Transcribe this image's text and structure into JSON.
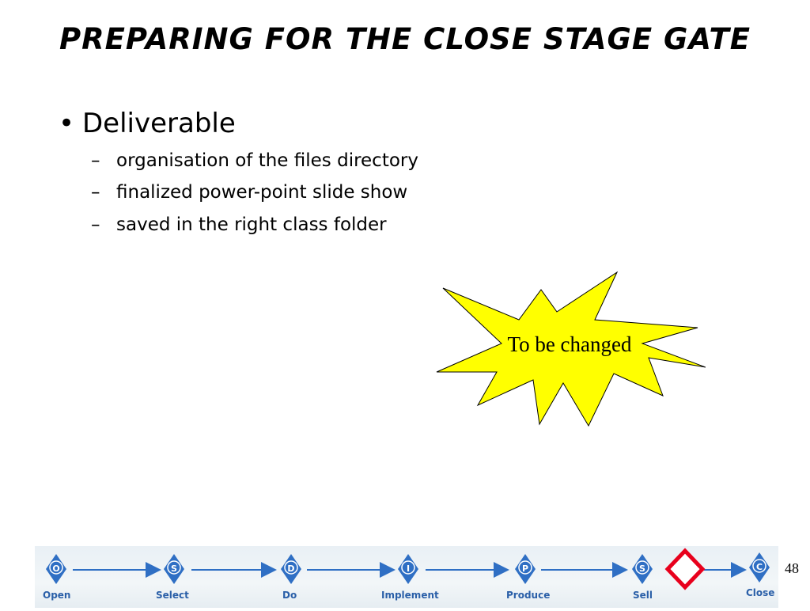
{
  "slide": {
    "title": "PREPARING FOR THE CLOSE STAGE GATE",
    "bullet": {
      "marker": "•",
      "text": "Deliverable"
    },
    "subitems": [
      {
        "marker": "–",
        "text": "organisation of the files directory"
      },
      {
        "marker": "–",
        "text": "finalized power-point slide show"
      },
      {
        "marker": "–",
        "text": "saved in the right class folder"
      }
    ],
    "callout": "To be changed",
    "page_number": "48"
  },
  "process_bar": {
    "stages": [
      {
        "letter": "O",
        "label": "Open"
      },
      {
        "letter": "S",
        "label": "Select"
      },
      {
        "letter": "D",
        "label": "Do"
      },
      {
        "letter": "I",
        "label": "Implement"
      },
      {
        "letter": "P",
        "label": "Produce"
      },
      {
        "letter": "S",
        "label": "Sell"
      },
      {
        "letter": "C",
        "label": "Close"
      }
    ],
    "gate_highlight_color": "#e8001c",
    "stage_color": "#2f6fc4",
    "arrow_color": "#2f6fc4"
  },
  "colors": {
    "callout_fill": "#ffff00",
    "text": "#000000"
  }
}
